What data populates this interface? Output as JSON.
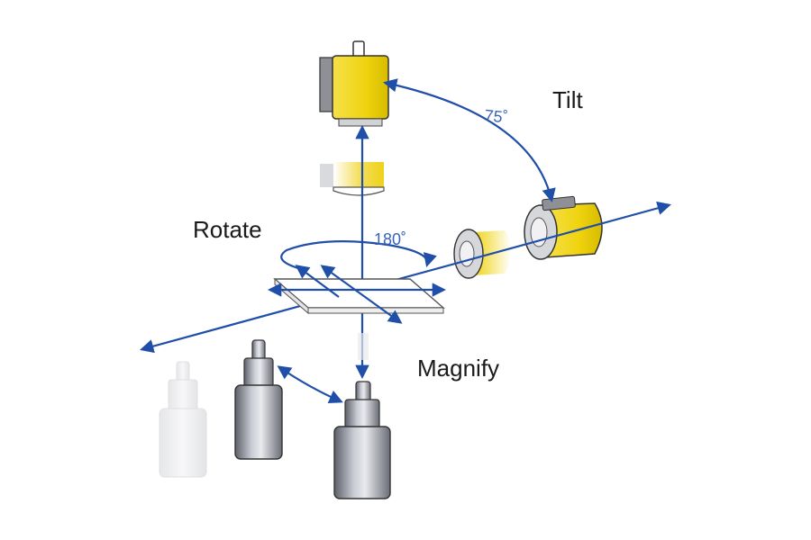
{
  "labels": {
    "tilt": "Tilt",
    "rotate": "Rotate",
    "magnify": "Magnify",
    "tilt_angle": "75˚",
    "rotate_angle": "180˚"
  },
  "colors": {
    "axis_blue": "#1f4fa8",
    "angle_text": "#3a62b8",
    "camera_yellow": "#f2de1a",
    "lens_gray": "#7c7f88"
  },
  "icons": [
    "camera-icon",
    "objective-lens-icon",
    "sample-stage-icon",
    "double-arrow-icon"
  ]
}
